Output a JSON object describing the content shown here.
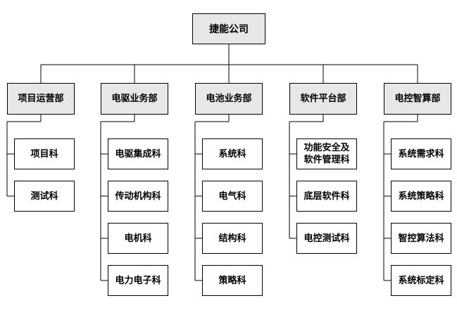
{
  "org": {
    "root": {
      "label": "捷能公司"
    },
    "departments": [
      {
        "label": "项目运营部",
        "units": [
          {
            "label": "项目科"
          },
          {
            "label": "测试科"
          }
        ]
      },
      {
        "label": "电驱业务部",
        "units": [
          {
            "label": "电驱集成科"
          },
          {
            "label": "传动机构科"
          },
          {
            "label": "电机科"
          },
          {
            "label": "电力电子科"
          }
        ]
      },
      {
        "label": "电池业务部",
        "units": [
          {
            "label": "系统科"
          },
          {
            "label": "电气科"
          },
          {
            "label": "结构科"
          },
          {
            "label": "策略科"
          }
        ]
      },
      {
        "label": "软件平台部",
        "units": [
          {
            "label": "功能安全及\n软件管理科"
          },
          {
            "label": "底层软件科"
          },
          {
            "label": "电控测试科"
          }
        ]
      },
      {
        "label": "电控智算部",
        "units": [
          {
            "label": "系统需求科"
          },
          {
            "label": "系统策略科"
          },
          {
            "label": "智控算法科"
          },
          {
            "label": "系统标定科"
          }
        ]
      }
    ]
  },
  "colors": {
    "background": "#ffffff",
    "branch_fill": "#e7e7e7",
    "leaf_fill": "#ffffff",
    "border": "#000000",
    "line": "#000000"
  }
}
